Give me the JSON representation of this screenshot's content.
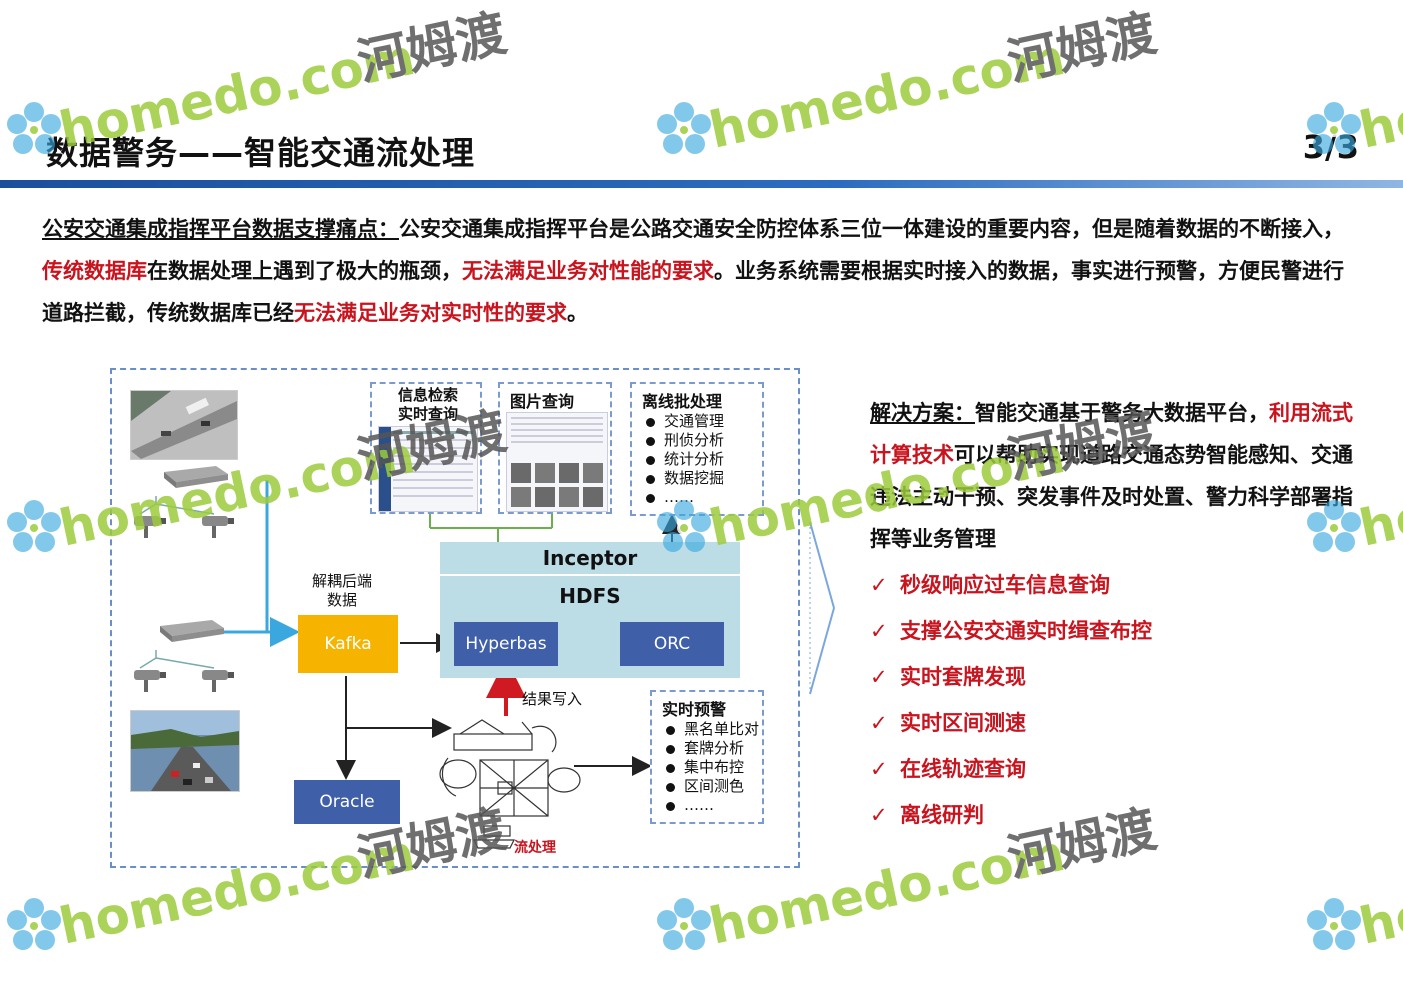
{
  "header": {
    "title": "数据警务——智能交通流处理",
    "page_number": "3/3"
  },
  "intro": {
    "lead": "公安交通集成指挥平台数据支撑痛点：",
    "text1": "公安交通集成指挥平台是公路交通安全防控体系三位一体建设的重要内容，但是随着数据的不断接入，",
    "hl1": "传统数据库",
    "text2": "在数据处理上遇到了极大的瓶颈，",
    "hl2": "无法满足业务对性能的要求",
    "text3": "。业务系统需要根据实时接入的数据，事实进行预警，方便民警进行道路拦截，传统数据库已经",
    "hl3": "无法满足业务对实时性的要求",
    "text4": "。"
  },
  "diagram": {
    "decouple_label": "解耦后端\n数据",
    "kafka": "Kafka",
    "inceptor": "Inceptor",
    "hdfs": "HDFS",
    "hyperbase": "Hyperbas",
    "orc": "ORC",
    "oracle": "Oracle",
    "result_write": "结果写入",
    "stream_label": "流处理",
    "info_box": {
      "title_line1": "信息检索",
      "title_line2": "实时查询"
    },
    "image_box": {
      "title": "图片查询"
    },
    "batch_box": {
      "title": "离线批处理",
      "items": [
        "交通管理",
        "刑侦分析",
        "统计分析",
        "数据挖掘",
        "……"
      ]
    },
    "alert_box": {
      "title": "实时预警",
      "items": [
        "黑名单比对",
        "套牌分析",
        "集中布控",
        "区间测色",
        "……"
      ]
    }
  },
  "solution": {
    "lead": "解决方案：",
    "text1": "智能交通基于警务大数据平台，",
    "hl": "利用流式计算技术",
    "text2": "可以帮助实现道路交通态势智能感知、交通违法主动干预、突发事件及时处置、警力科学部署指挥等业务管理",
    "check_icon": "✓",
    "benefits": [
      "秒级响应过车信息查询",
      "支撑公安交通实时缉查布控",
      "实时套牌发现",
      "实时区间测速",
      "在线轨迹查询",
      "离线研判"
    ]
  },
  "watermark": {
    "latin": "homedo.com",
    "cjk": "河姆渡",
    "green": "#9ccc3c",
    "blue": "#3aa8de"
  },
  "colors": {
    "title_rule": "#1a4f9c",
    "highlight_red": "#c8141e",
    "kafka": "#f6b400",
    "hdfs_panel": "#bcdde6",
    "dark_block": "#3f5fa8"
  }
}
